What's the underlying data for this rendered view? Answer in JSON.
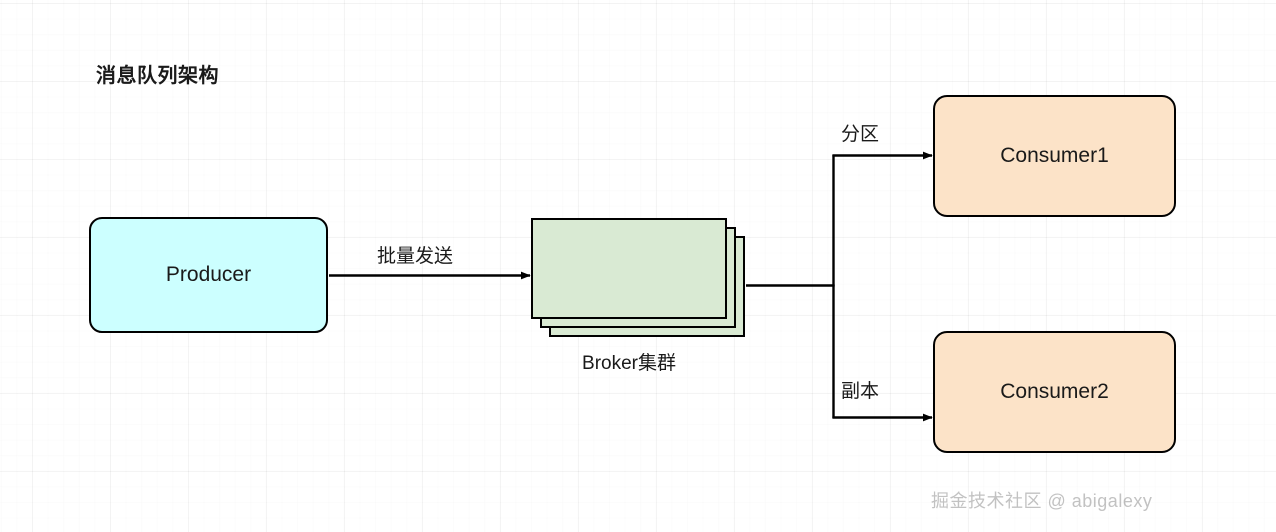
{
  "diagram": {
    "title": "消息队列架构",
    "watermark": "掘金技术社区 @ abigalexy",
    "colors": {
      "producer_fill": "#ccffff",
      "broker_fill": "#d9ead3",
      "consumer_fill": "#fce3c8",
      "stroke": "#000000",
      "grid": "#f0f0f0",
      "text": "#1a1a1a",
      "watermark": "#787878"
    },
    "nodes": {
      "producer": {
        "label": "Producer",
        "shape": "rounded-rect"
      },
      "broker": {
        "label": "Broker集群",
        "shape": "stacked-rect",
        "sheets": 3
      },
      "consumer1": {
        "label": "Consumer1",
        "shape": "rounded-rect"
      },
      "consumer2": {
        "label": "Consumer2",
        "shape": "rounded-rect"
      }
    },
    "edges": {
      "producer_to_broker": {
        "label": "批量发送",
        "from": "producer",
        "to": "broker"
      },
      "broker_to_consumer1": {
        "label": "分区",
        "from": "broker",
        "to": "consumer1"
      },
      "broker_to_consumer2": {
        "label": "副本",
        "from": "broker",
        "to": "consumer2"
      }
    }
  }
}
